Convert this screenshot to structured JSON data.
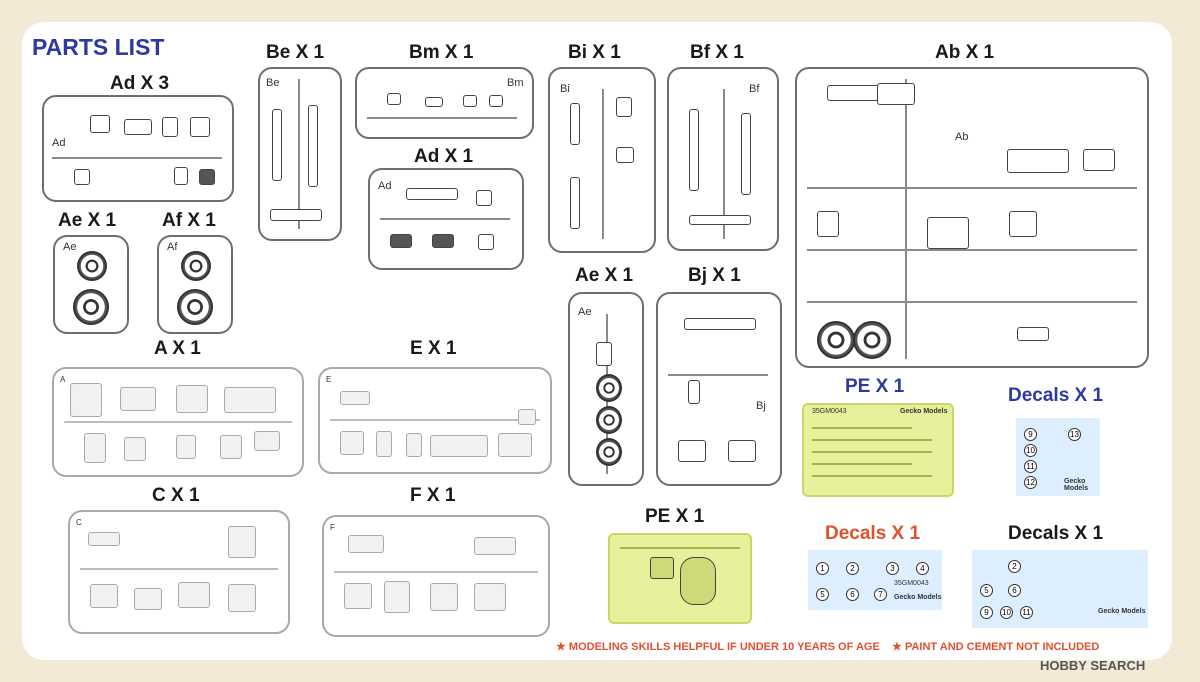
{
  "title": "PARTS LIST",
  "colors": {
    "title": "#2d3aa0",
    "accent": "#e3502f",
    "decal_bg": "#ddeeff",
    "pe_fill": "#e7f09a"
  },
  "labels": {
    "ad3": "Ad X 3",
    "be": "Be X 1",
    "bm": "Bm X 1",
    "bi": "Bi X 1",
    "bf": "Bf X 1",
    "ab": "Ab X 1",
    "ad1": "Ad X 1",
    "ae1": "Ae X 1",
    "af": "Af X 1",
    "ae2": "Ae X 1",
    "bj": "Bj X 1",
    "a": "A X 1",
    "e": "E X 1",
    "c": "C X 1",
    "f": "F X 1",
    "pe1": "PE X 1",
    "pe2": "PE X 1",
    "decals_blue": "Decals X 1",
    "decals_red": "Decals X 1",
    "decals_black": "Decals X 1"
  },
  "sprue_codes": {
    "ad": "Ad",
    "be": "Be",
    "bm": "Bm",
    "bi": "Bi",
    "bf": "Bf",
    "ab": "Ab",
    "ae": "Ae",
    "af": "Af",
    "bj": "Bj",
    "a": "A",
    "e": "E",
    "c": "C",
    "f": "F"
  },
  "pe_code": "35GM0043",
  "decal_code": "35GM0043",
  "brand": "Gecko Models",
  "footer": {
    "note1": "★ MODELING SKILLS HELPFUL IF UNDER 10 YEARS OF AGE",
    "note2": "★ PAINT AND CEMENT NOT INCLUDED"
  },
  "watermark": "HOBBY SEARCH"
}
